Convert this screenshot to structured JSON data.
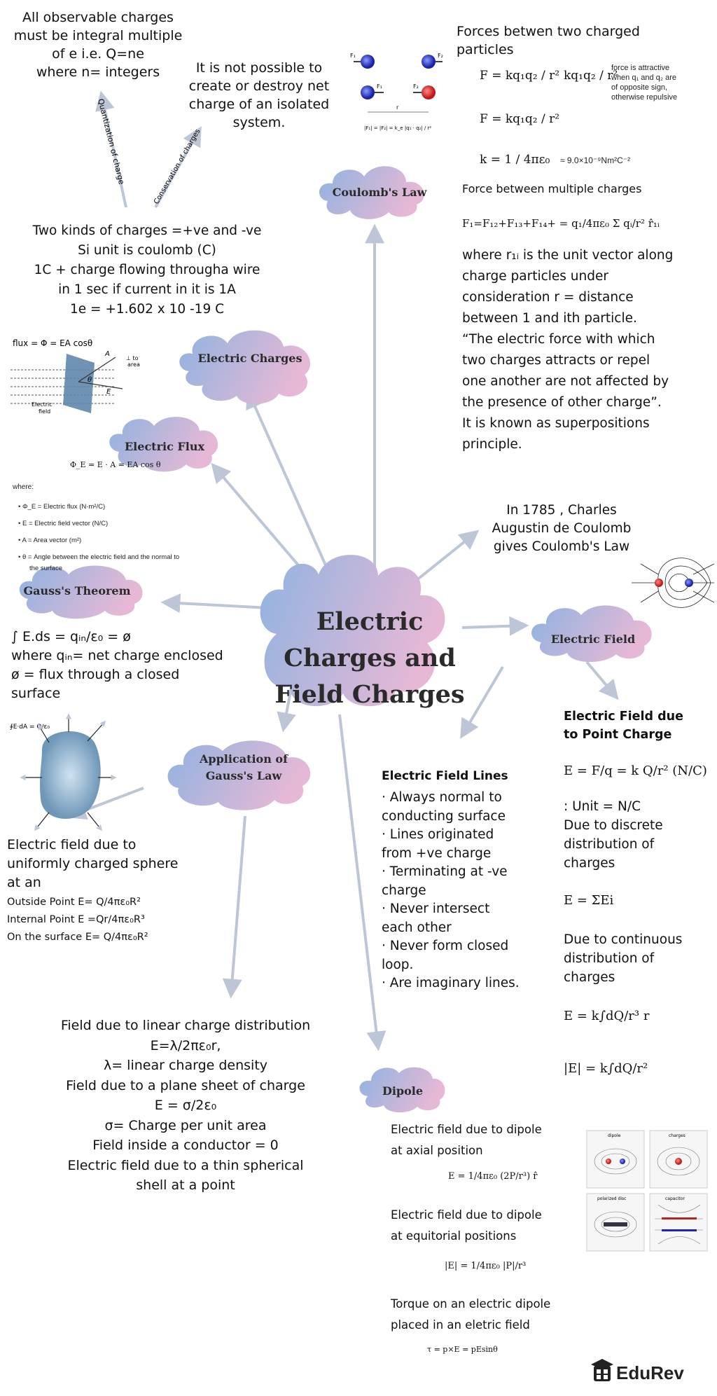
{
  "center": {
    "lines": [
      "Electric",
      "Charges and",
      "Field Charges"
    ]
  },
  "clouds": {
    "coulomb": "Coulomb's Law",
    "charges": "Electric Charges",
    "flux": "Electric Flux",
    "gauss": "Gauss's Theorem",
    "field": "Electric Field",
    "application": [
      "Application of",
      "Gauss's Law"
    ],
    "dipole": "Dipole"
  },
  "arrows": {
    "quant": "Quantization of charge",
    "cons": "Conservation of charges"
  },
  "quantization": [
    "All observable charges",
    "must be integral multiple",
    "of e i.e. Q=ne",
    "where n= integers"
  ],
  "conservation": [
    "It is not possible to",
    "create or destroy net",
    "charge of an isolated",
    "system."
  ],
  "kinds": [
    "Two kinds of charges =+ve  and -ve",
    "Si unit is coulomb (C)",
    "1C + charge flowing througha wire",
    "in 1 sec if current in it  is 1A",
    "1e = +1.602 x 10 -19 C"
  ],
  "forces": {
    "title": [
      "Forces betwen two charged",
      "particles"
    ],
    "eq1": "F = kq₁q₂ / r²",
    "eq1b": "kq₁q₂ / r²",
    "note": [
      "force is attractive",
      "when q₁ and q₂ are",
      "of opposite sign,",
      "otherwise repulsive"
    ],
    "eq2": "F = kq₁q₂ / r²",
    "eq3": "k = 1 / 4πε₀",
    "eq3b": "≈ 9.0×10⁻⁹Nm²C⁻²",
    "multiple": "Force between multiple charges",
    "eq4": "F₁=F₁₂+F₁₃+F₁₄+ = q₁/4πε₀ Σ qᵢ/r² r̂₁ᵢ",
    "body": [
      "where r₁ᵢ is the unit vector along",
      "charge particles  under",
      "consideration r = distance",
      "between 1 and ith particle.",
      "“The electric force with which",
      "two charges attracts or repel",
      "one another are not affected by",
      "the presence of other charge”.",
      "It is known as superpositions",
      "principle."
    ]
  },
  "flux": {
    "formula": "flux = Φ = EA cosθ",
    "main_eq": "Φ_E = E · A = EA cos θ",
    "where": "where:",
    "items": [
      "Φ_E = Electric flux (N·m²/C)",
      "E = Electric field vector (N/C)",
      "A = Area vector (m²)",
      "θ = Angle between the electric field and the normal to",
      "the surface"
    ],
    "fig_labels": [
      "⊥ to",
      "area",
      "A",
      "θ",
      "E",
      "Electric",
      "field"
    ]
  },
  "coulomb_note": [
    "In 1785 , Charles",
    "Augustin de Coulomb",
    "gives Coulomb's Law"
  ],
  "gauss": [
    "∫ E.ds = qᵢₙ/ε₀ = ø",
    "where qᵢₙ= net charge enclosed",
    "ø = flux through a closed",
    "surface"
  ],
  "gauss_fig": "∮E·dA = Q/ε₀",
  "point_charge": {
    "title": [
      "Electric Field due",
      "to Point Charge"
    ],
    "eq1": "E = F/q  = k Q/r² (N/C)",
    "lines": [
      ": Unit = N/C",
      "Due to discrete",
      "distribution of",
      "charges"
    ],
    "eq2": "E = ΣEi",
    "lines2": [
      "Due to continuous",
      "distribution of",
      "charges"
    ],
    "eq3": "E = k∫dQ/r³ r",
    "eq4": "|E| = k∫dQ/r²"
  },
  "field_lines": {
    "title": "Electric Field Lines",
    "items": [
      "· Always normal to",
      "conducting surface",
      "· Lines originated",
      "from +ve charge",
      "· Terminating at -ve",
      "charge",
      "· Never intersect",
      "each other",
      "· Never form closed",
      "loop.",
      "· Are imaginary lines."
    ]
  },
  "sphere": {
    "lines": [
      "Electric field due to",
      "uniformly charged sphere",
      "at an"
    ],
    "small": [
      "Outside Point E= Q/4πε₀R²",
      "Internal Point E =Qr/4πε₀R³",
      "On the surface E= Q/4πε₀R²"
    ]
  },
  "linear": [
    "Field due to linear charge distribution",
    "E=λ/2πε₀r,",
    "λ= linear charge density",
    "Field due to a plane sheet of charge",
    "E = σ/2ε₀",
    "σ= Charge per unit area",
    "Field inside a conductor = 0",
    "Electric field due to  a thin spherical",
    "shell at a point"
  ],
  "dipole": {
    "l1": [
      "Electric field due to dipole",
      "at axial position"
    ],
    "eq1": "E = 1/4πε₀ (2P/r³) r̂",
    "l2": [
      "Electric field due to dipole",
      "at equitorial positions"
    ],
    "eq2": "|E| = 1/4πε₀ |P|/r³",
    "l3": [
      "Torque on an electric dipole",
      "placed in an eletric field"
    ],
    "eq3": "τ = p×E = pEsinθ",
    "fig_labels": [
      "dipole",
      "charges",
      "polarized disc",
      "capacitor"
    ]
  },
  "coulomb_fig": {
    "labels": [
      "F₁",
      "F₂",
      "F₁",
      "F₂",
      "r",
      "|F₁| = |F₂| = k_e |q₁ · q₂| / r²"
    ]
  },
  "brand": "EduRev",
  "colors": {
    "cloud_blue": "#8fb3e0",
    "cloud_pink": "#e6b8d6",
    "arrow": "#bcc6d6"
  }
}
